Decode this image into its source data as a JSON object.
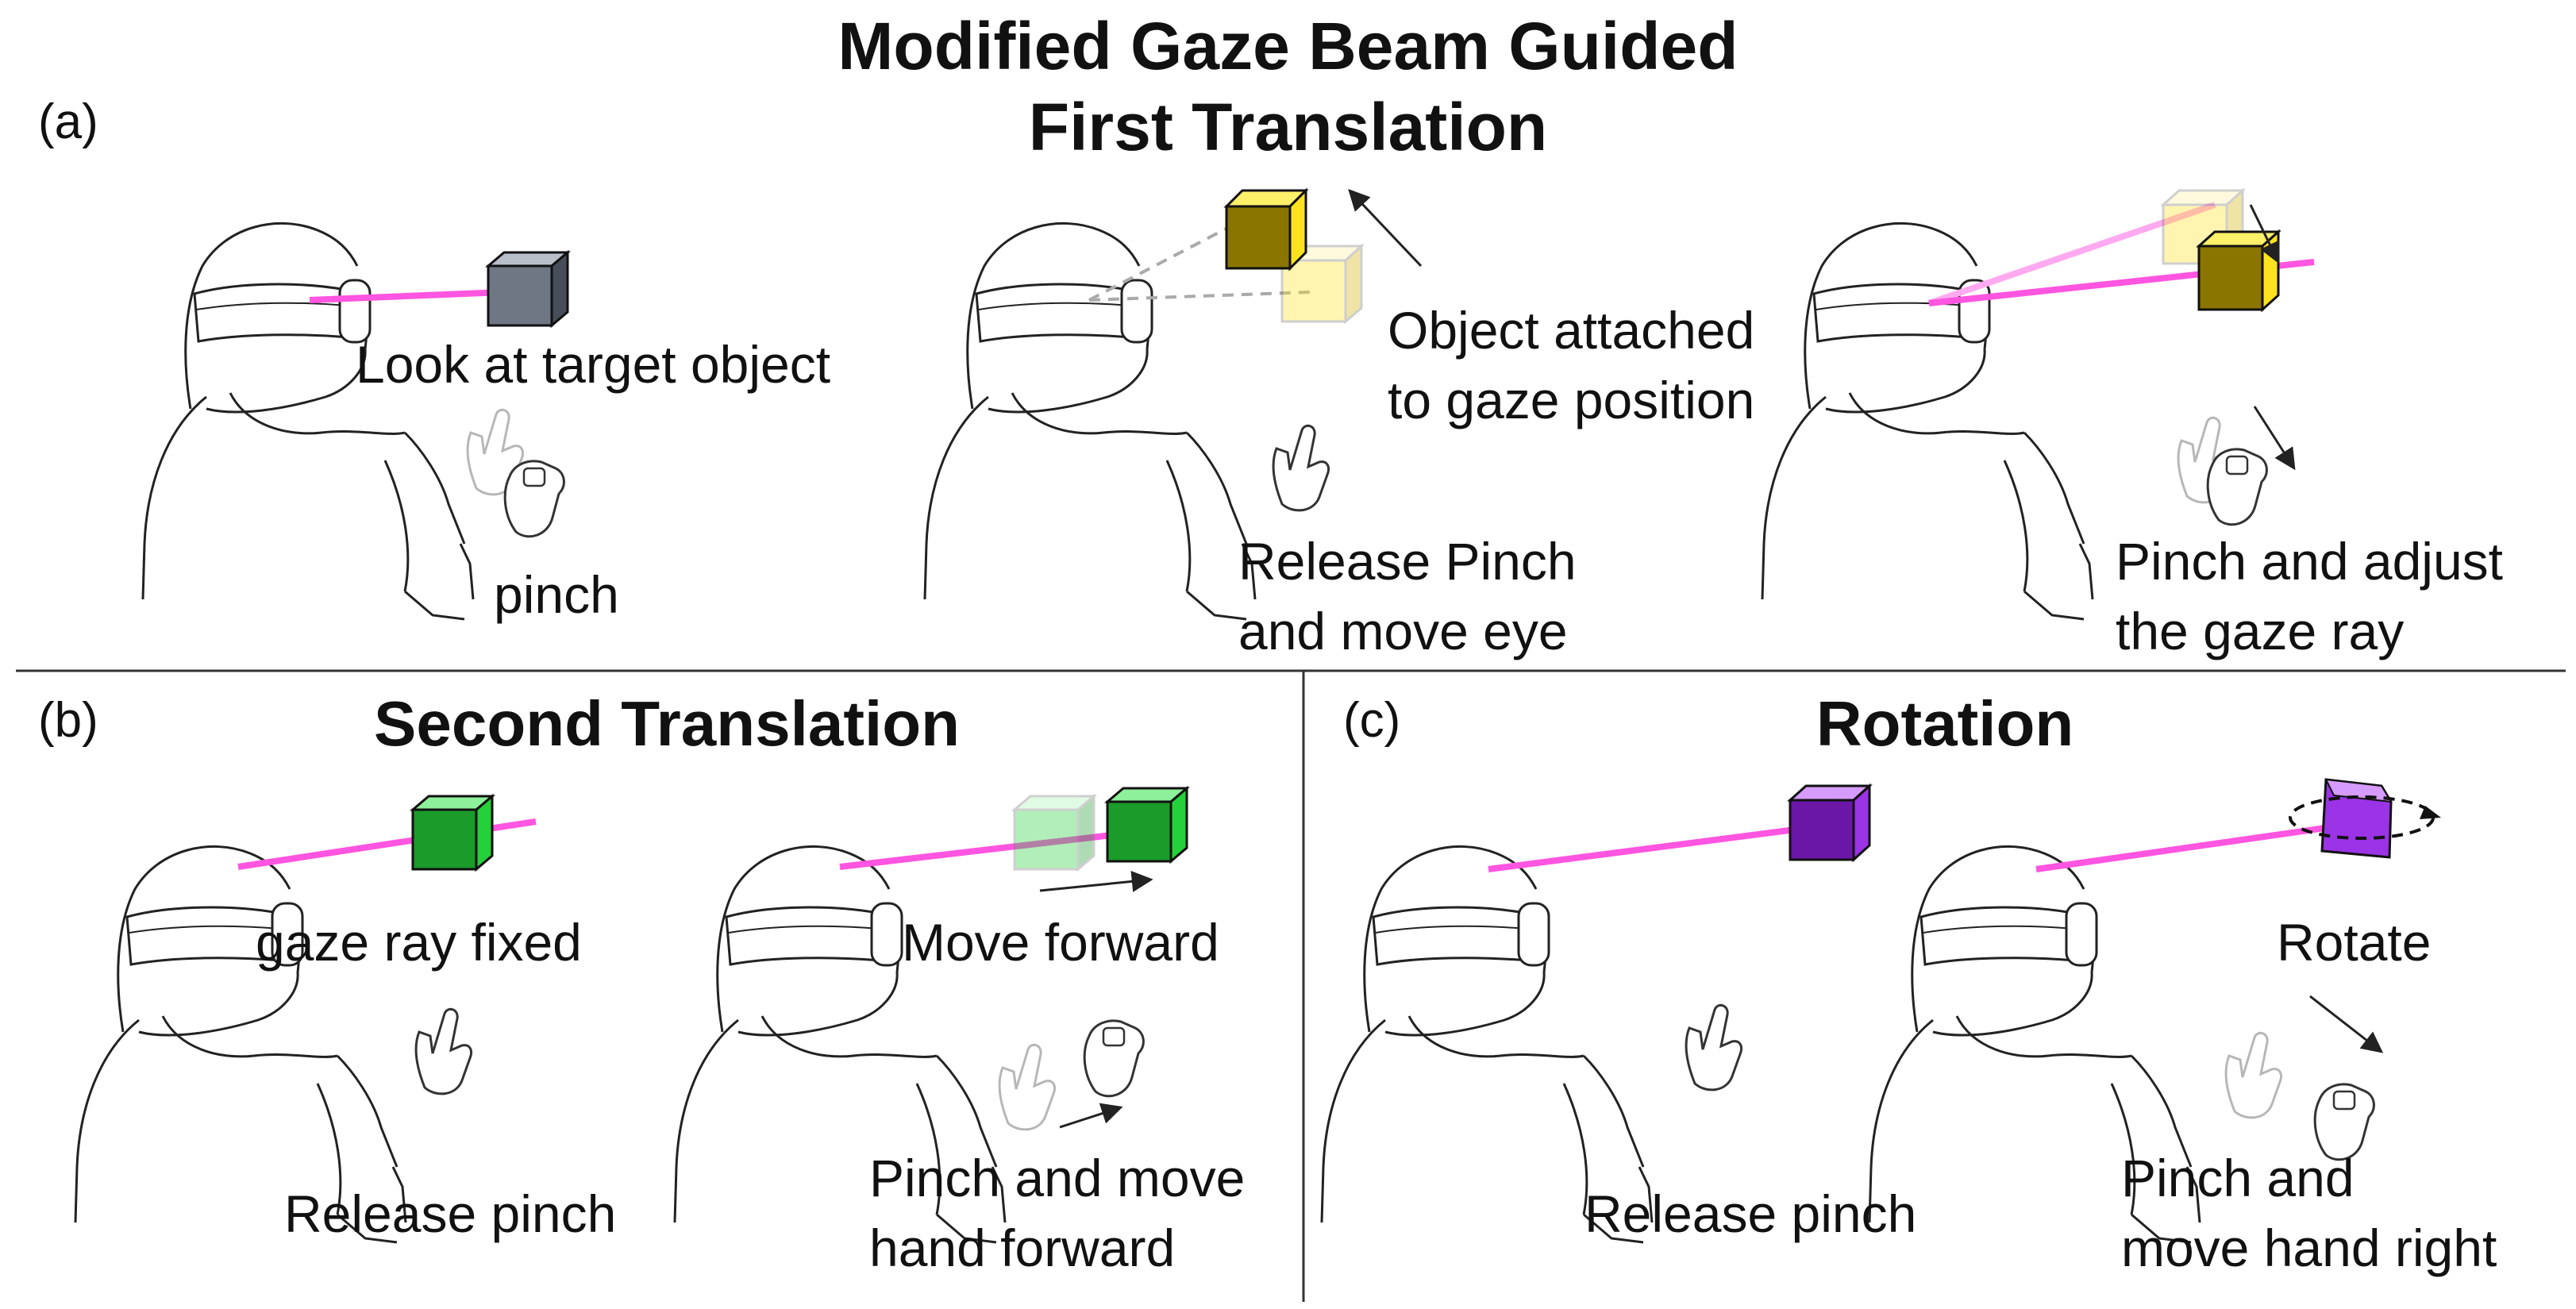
{
  "figure": {
    "title_line1": "Modified Gaze Beam Guided",
    "title_line2": "First Translation",
    "colors": {
      "beam": "#ff55e0",
      "cube_default": "#6f7785",
      "cube_yellow": "#ffe21f",
      "cube_green": "#24d13a",
      "cube_purple": "#9b33e6",
      "outline": "#111111"
    }
  },
  "panel_a": {
    "label": "(a)",
    "step1": {
      "caption": "Look at target object",
      "gesture": "pinch"
    },
    "step2": {
      "caption1": "Object attached",
      "caption2": "to gaze position",
      "gesture1": "Release Pinch",
      "gesture2": "and move eye"
    },
    "step3": {
      "gesture1": "Pinch and adjust",
      "gesture2": "the gaze ray"
    }
  },
  "panel_b": {
    "label": "(b)",
    "title": "Second Translation",
    "step1": {
      "caption": "gaze ray fixed",
      "gesture": "Release pinch"
    },
    "step2": {
      "caption": "Move forward",
      "gesture1": "Pinch and move",
      "gesture2": "hand forward"
    }
  },
  "panel_c": {
    "label": "(c)",
    "title": "Rotation",
    "step1": {
      "gesture": "Release pinch"
    },
    "step2": {
      "caption": "Rotate",
      "gesture1": "Pinch and",
      "gesture2": "move hand right"
    }
  }
}
